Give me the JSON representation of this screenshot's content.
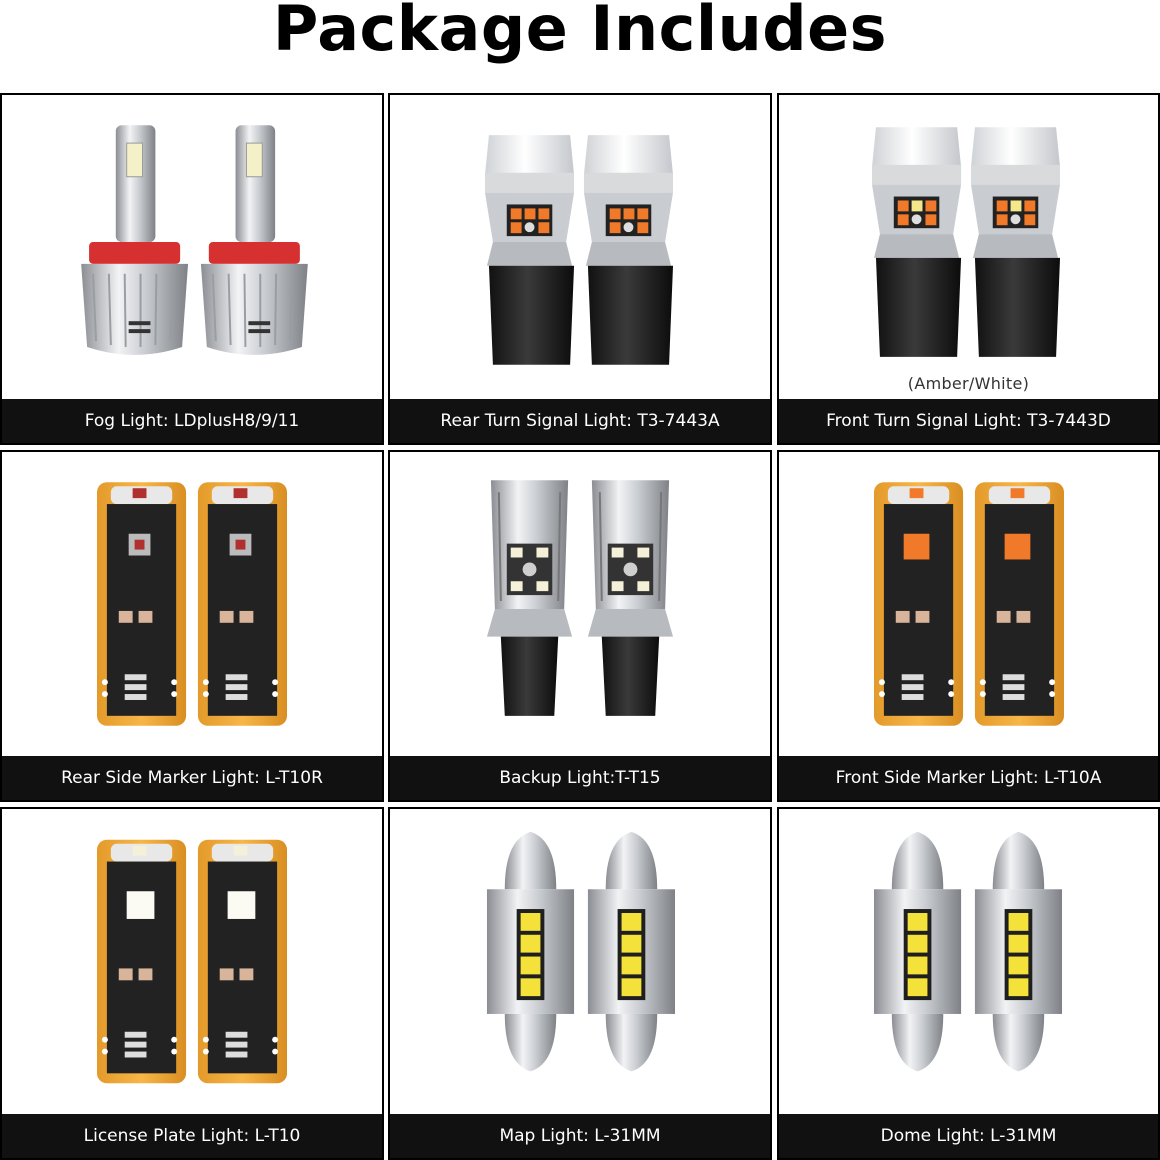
{
  "title": "Package Includes",
  "items": [
    {
      "caption": "Fog Light: LDplusH8/9/11",
      "icon": "fog-bulb-icon"
    },
    {
      "caption": "Rear Turn Signal Light: T3-7443A",
      "icon": "turn-signal-bulb-icon"
    },
    {
      "caption": "Front Turn Signal Light: T3-7443D",
      "icon": "turn-signal-bulb-icon",
      "note": "(Amber/White)"
    },
    {
      "caption": "Rear Side Marker Light: L-T10R",
      "icon": "wedge-bulb-icon"
    },
    {
      "caption": "Backup Light:T-T15",
      "icon": "backup-bulb-icon"
    },
    {
      "caption": "Front Side Marker Light: L-T10A",
      "icon": "wedge-bulb-icon"
    },
    {
      "caption": "License Plate Light: L-T10",
      "icon": "wedge-bulb-icon"
    },
    {
      "caption": "Map Light: L-31MM",
      "icon": "festoon-bulb-icon"
    },
    {
      "caption": "Dome Light: L-31MM",
      "icon": "festoon-bulb-icon"
    }
  ],
  "colors": {
    "caption_bg": "#111111",
    "pcb_orange": "#f2a93b",
    "amber_led": "#f07a2a",
    "red_led": "#b03030",
    "white_led": "#f5f0d8",
    "yellow_led": "#f4e23a",
    "fog_ring_red": "#d63030"
  }
}
